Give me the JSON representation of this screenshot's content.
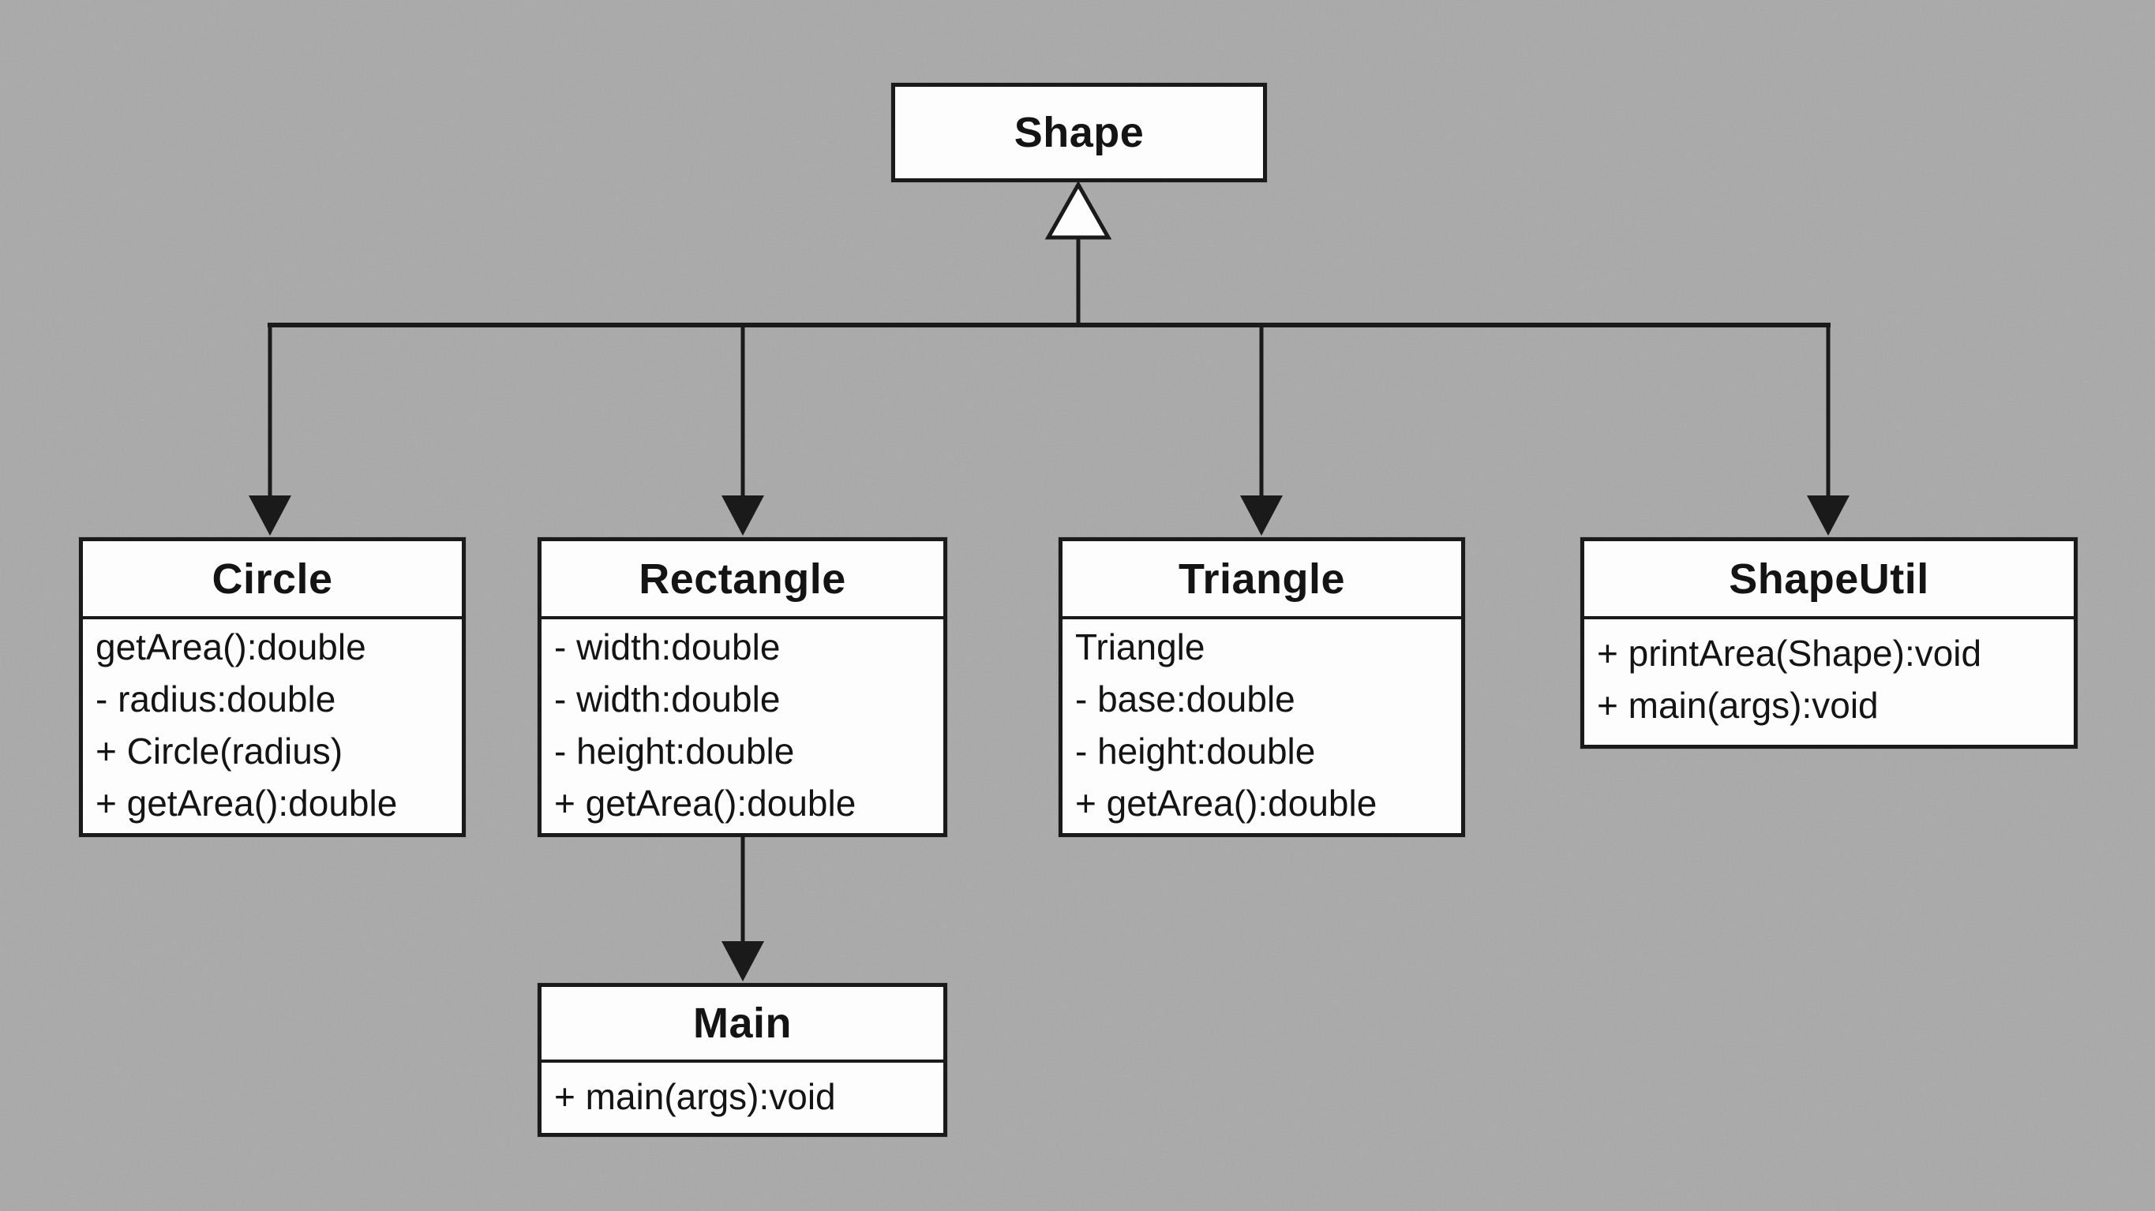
{
  "diagram_type": "uml-class-diagram",
  "colors": {
    "background": "#a9a9a9",
    "box_fill": "#fdfdfd",
    "line": "#1a1a1a",
    "text": "#141414"
  },
  "classes": {
    "shape": {
      "name": "Shape",
      "members": []
    },
    "circle": {
      "name": "Circle",
      "members": [
        "getArea():double",
        "- radius:double",
        "+ Circle(radius)",
        "+ getArea():double"
      ]
    },
    "rectangle": {
      "name": "Rectangle",
      "members": [
        "- width:double",
        "- width:double",
        "- height:double",
        "+ getArea():double"
      ]
    },
    "triangle": {
      "name": "Triangle",
      "members": [
        "Triangle",
        "- base:double",
        "- height:double",
        "+ getArea():double"
      ]
    },
    "shapeutil": {
      "name": "ShapeUtil",
      "members": [
        "+ printArea(Shape):void",
        "+ main(args):void"
      ]
    },
    "main": {
      "name": "Main",
      "members": [
        "+ main(args):void"
      ]
    }
  },
  "relationships": [
    {
      "from": "Circle",
      "to": "Shape",
      "type": "inheritance"
    },
    {
      "from": "Rectangle",
      "to": "Shape",
      "type": "inheritance"
    },
    {
      "from": "Triangle",
      "to": "Shape",
      "type": "inheritance"
    },
    {
      "from": "ShapeUtil",
      "to": "Shape",
      "type": "inheritance"
    },
    {
      "from": "Rectangle",
      "to": "Main",
      "type": "directed-association"
    }
  ]
}
